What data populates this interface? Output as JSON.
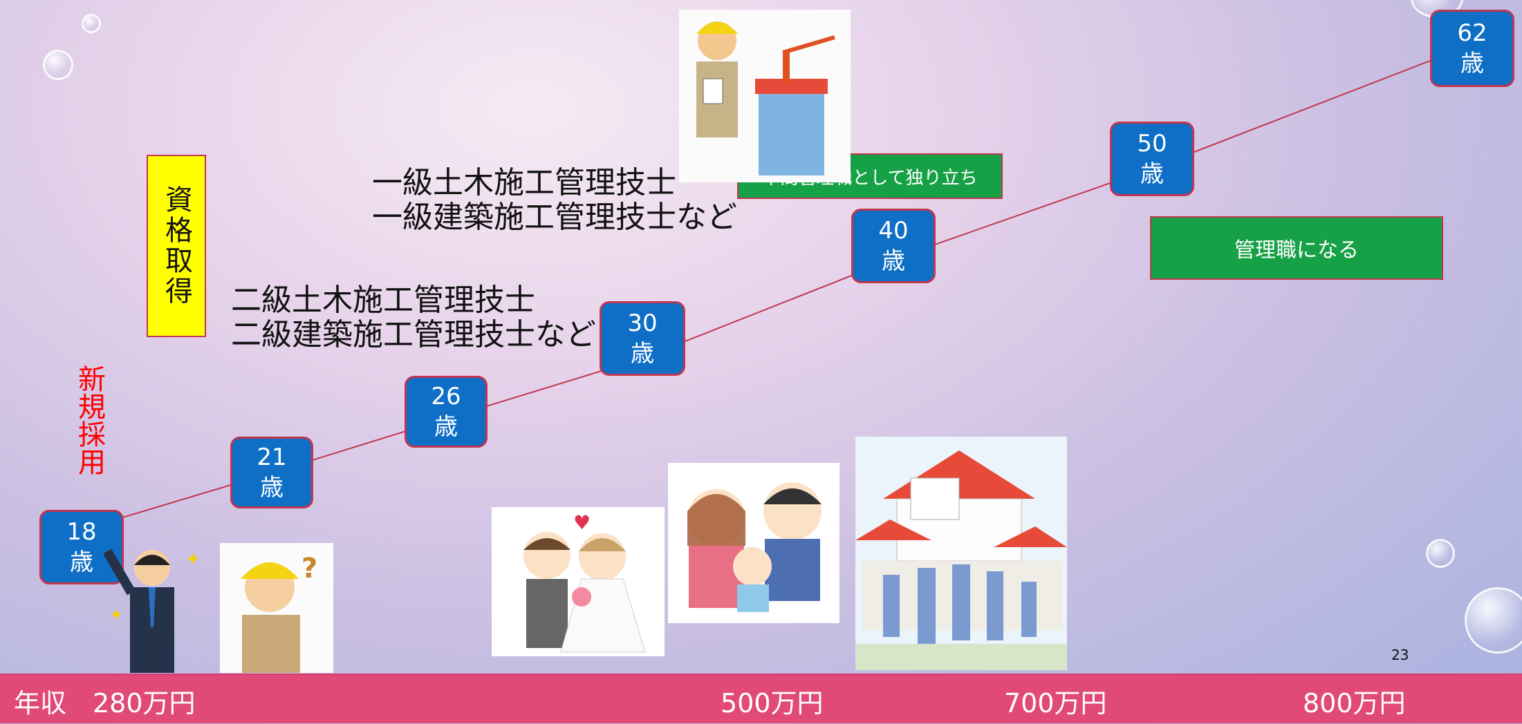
{
  "slide": {
    "qualification_label": "資格取得",
    "hire_label": "新規採用",
    "qualification_level2": [
      "二級土木施工管理技士",
      "二級建築施工管理技士など"
    ],
    "qualification_level1": [
      "一級土木施工管理技士",
      "一級建築施工管理技士など"
    ],
    "milestones": [
      {
        "age": "18",
        "unit": "歳"
      },
      {
        "age": "21",
        "unit": "歳"
      },
      {
        "age": "26",
        "unit": "歳"
      },
      {
        "age": "30",
        "unit": "歳"
      },
      {
        "age": "40",
        "unit": "歳"
      },
      {
        "age": "50",
        "unit": "歳"
      },
      {
        "age": "62",
        "unit": "歳"
      }
    ],
    "middle_manager_label": "中間管理職として独り立ち",
    "manager_label": "管理職になる",
    "page_number": "23",
    "salary": {
      "label": "年収",
      "values": [
        "280万円",
        "500万円",
        "700万円",
        "800万円"
      ]
    },
    "illustrations": [
      "businessman-pointing-illustration",
      "worker-confused-illustration",
      "wedding-couple-illustration",
      "family-with-baby-illustration",
      "family-house-illustration",
      "site-manager-crane-illustration"
    ],
    "colors": {
      "age_box": "#0f6fc6",
      "age_border": "#c0364f",
      "green_box": "#17a146",
      "salary_bar": "#e14a78",
      "qual_box": "#ffff00",
      "hire_text": "#ff0000"
    }
  }
}
